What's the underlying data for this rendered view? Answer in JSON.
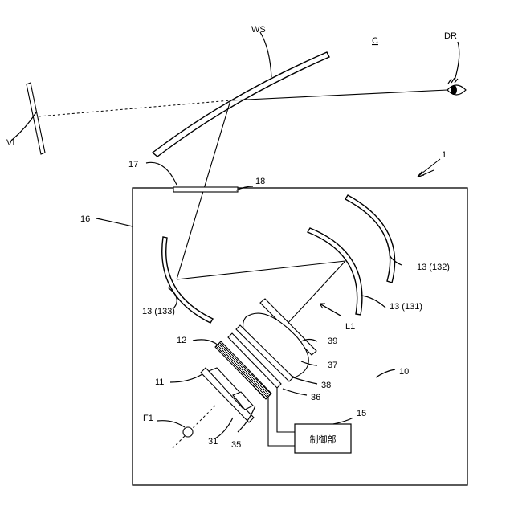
{
  "labels": {
    "ws": "WS",
    "c": "C",
    "dr": "DR",
    "vi": "VI",
    "n1": "1",
    "n17": "17",
    "n18": "18",
    "n16": "16",
    "n13_132": "13 (132)",
    "n13_133": "13 (133)",
    "n13_131": "13 (131)",
    "l1": "L1",
    "n12": "12",
    "n39": "39",
    "n37": "37",
    "n10": "10",
    "n38": "38",
    "n11": "11",
    "n36": "36",
    "n15": "15",
    "f1": "F1",
    "n31": "31",
    "n35": "35",
    "controller": "制御部"
  }
}
